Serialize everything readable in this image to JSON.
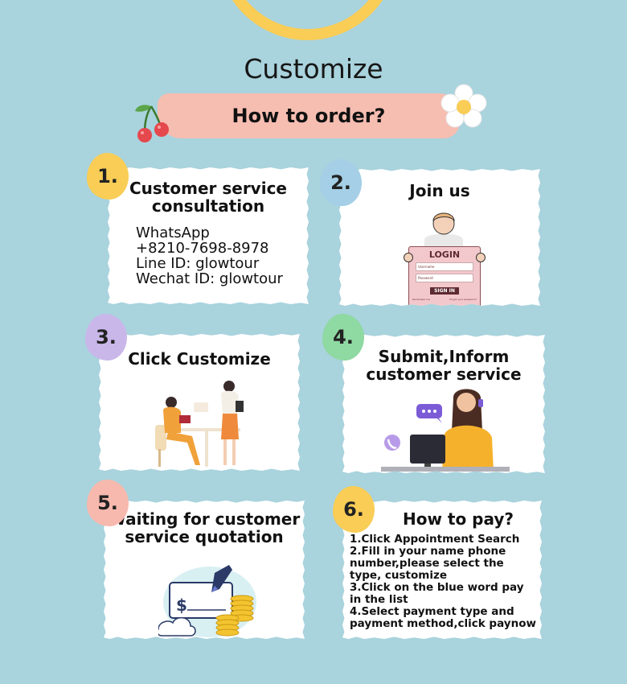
{
  "header": {
    "title": "Customize",
    "subtitle": "How to order?"
  },
  "steps": [
    {
      "num": "1.",
      "title_l1": "Customer service",
      "title_l2": "consultation",
      "lines": [
        "WhatsApp",
        "+8210-7698-8978",
        "Line ID: glowtour",
        "Wechat ID: glowtour"
      ]
    },
    {
      "num": "2.",
      "title": "Join us",
      "login": {
        "heading": "LOGIN",
        "username": "Username",
        "password": "Password",
        "button": "SIGN IN",
        "remember": "Remember me",
        "forgot": "Forgot your password?"
      }
    },
    {
      "num": "3.",
      "title": "Click Customize"
    },
    {
      "num": "4.",
      "title_l1": "Submit,Inform",
      "title_l2": "customer service"
    },
    {
      "num": "5.",
      "title_l1": "Waiting for customer",
      "title_l2": "service quotation",
      "dollar": "$"
    },
    {
      "num": "6.",
      "title": "How to pay?",
      "lines": [
        "1.Click Appointment Search",
        "2.Fill in your name phone number,please select the type, customize",
        "3.Click on the blue word pay in the list",
        "4.Select payment type and payment method,click paynow"
      ]
    }
  ],
  "colors": {
    "background": "#a9d3dd",
    "yellow": "#f9cd56",
    "banner": "#f6bdb1",
    "purple": "#c9b7ea",
    "green": "#8fd9a2",
    "blue": "#a4cfe6",
    "pink": "#f7b9ae"
  }
}
